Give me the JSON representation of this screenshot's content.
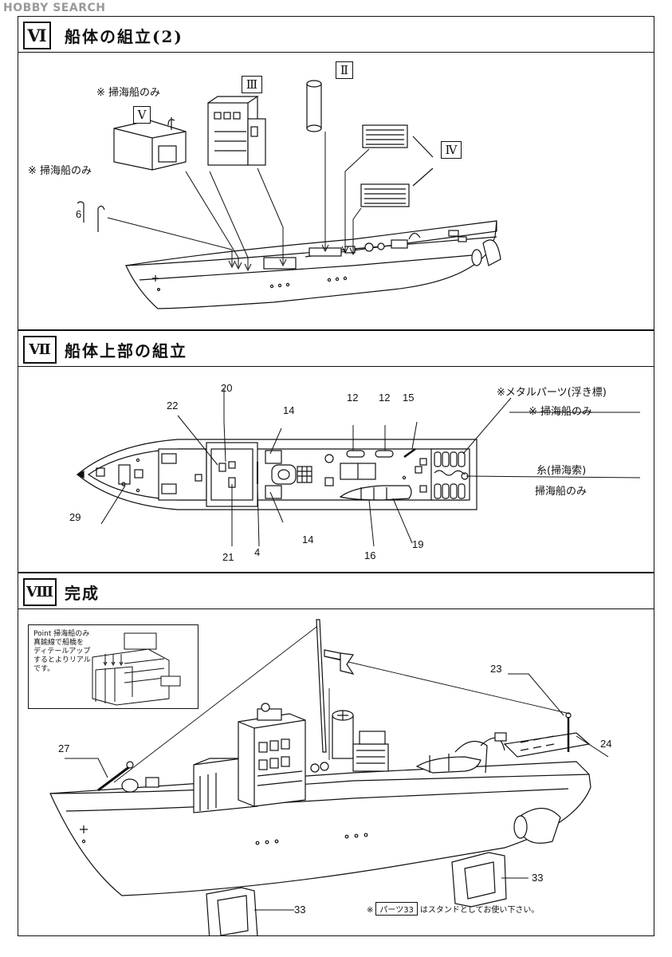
{
  "watermark": "HOBBY SEARCH",
  "sections": [
    {
      "numeral": "Ⅵ",
      "title": "船体の組立(2)"
    },
    {
      "numeral": "Ⅶ",
      "title": "船体上部の組立"
    },
    {
      "numeral": "Ⅷ",
      "title": "完成"
    }
  ],
  "step6": {
    "note_top": "※ 掃海船のみ",
    "note_left": "※ 掃海船のみ",
    "sub_V": "Ⅴ",
    "sub_III": "Ⅲ",
    "sub_II": "Ⅱ",
    "sub_IV": "Ⅳ",
    "part_6": "6"
  },
  "step7": {
    "parts": {
      "p20": "20",
      "p22": "22",
      "p14a": "14",
      "p12a": "12",
      "p12b": "12",
      "p15": "15",
      "p29": "29",
      "p21": "21",
      "p4": "4",
      "p14b": "14",
      "p16": "16",
      "p19": "19"
    },
    "metal_note": "※メタルパーツ(浮き標)",
    "metal_note2": "※ 掃海船のみ",
    "thread_note": "糸(掃海索)",
    "thread_note2": "掃海船のみ"
  },
  "step8": {
    "point_lines": [
      "Point 掃海船のみ",
      "真鍮線で船橋を",
      "ディテールアップ",
      "するとよりリアル",
      "です。"
    ],
    "parts": {
      "p23": "23",
      "p24": "24",
      "p27": "27",
      "p33a": "33",
      "p33b": "33"
    },
    "note_prefix": "※",
    "note_box": "パーツ33",
    "note_suffix": "はスタンドとしてお使い下さい。"
  }
}
